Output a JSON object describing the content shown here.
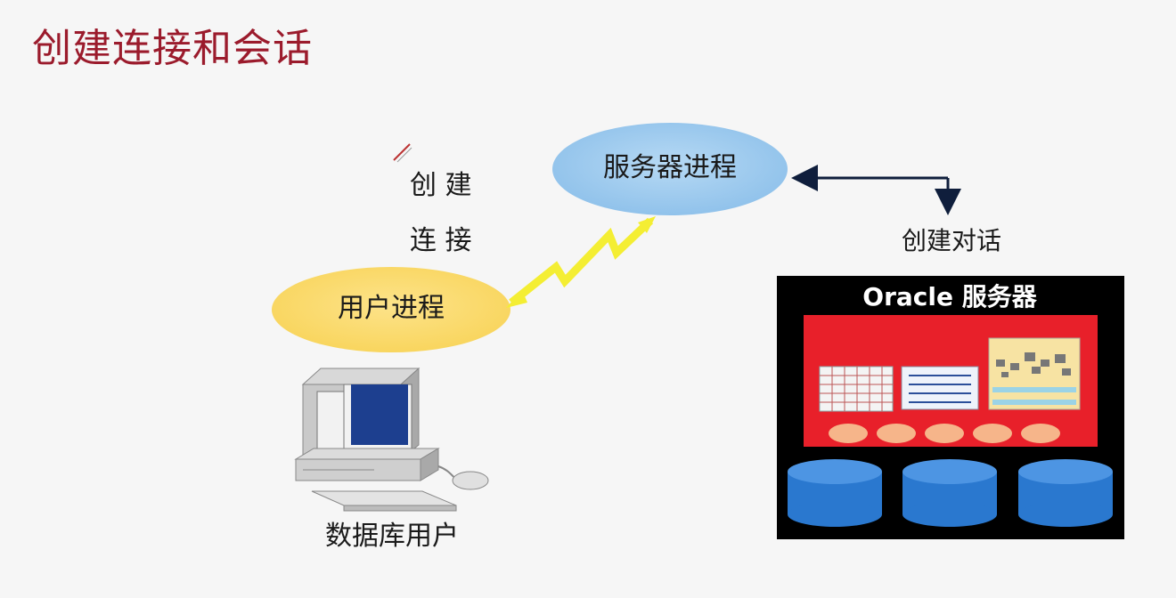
{
  "slide": {
    "title": "创建连接和会话"
  },
  "diagram": {
    "create_connection_line1": "创 建",
    "create_connection_line2": "连 接",
    "server_process": "服务器进程",
    "user_process": "用户进程",
    "create_session": "创建对话",
    "database_user": "数据库用户",
    "oracle_server": "Oracle 服务器"
  },
  "colors": {
    "title": "#9b1b2c",
    "server_process_fill": "#9cc8ec",
    "user_process_fill": "#fbd96a",
    "connection_bolt": "#f4ee33",
    "server_box": "#000000",
    "sga_fill": "#e8202a",
    "disk_fill": "#2a78cf"
  }
}
